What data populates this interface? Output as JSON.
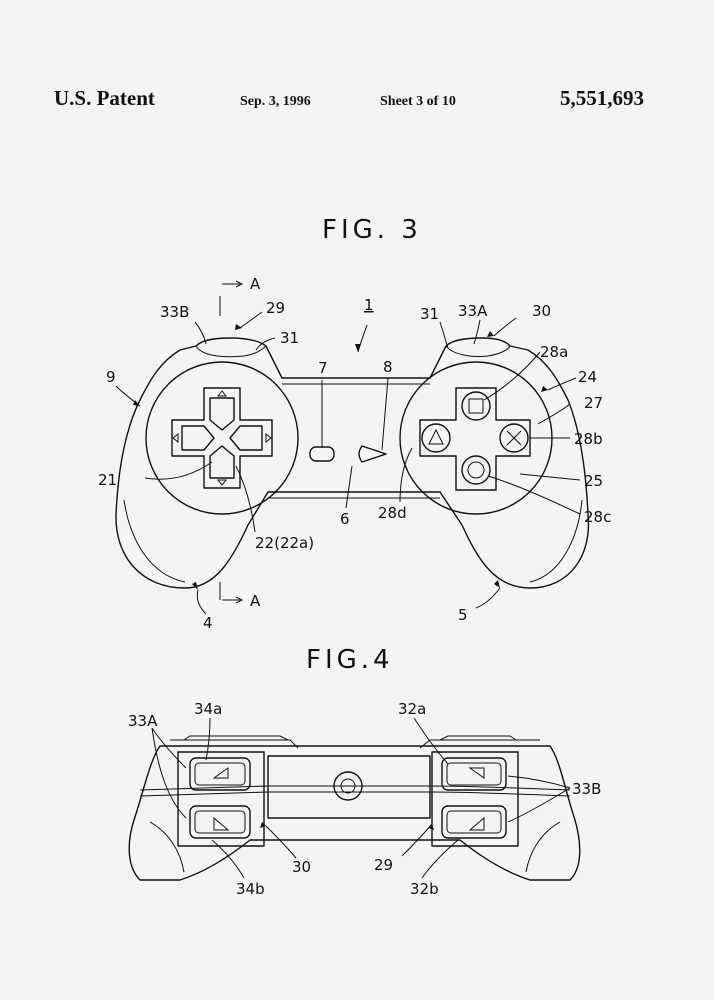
{
  "header": {
    "patent": "U.S. Patent",
    "date": "Sep. 3, 1996",
    "sheet": "Sheet 3 of 10",
    "number": "5,551,693"
  },
  "fig3": {
    "title": "FIG. 3",
    "labels": {
      "l33B": "33B",
      "l29": "29",
      "l31_left": "31",
      "l1": "1",
      "lA_top": "A",
      "l31_right": "31",
      "l33A": "33A",
      "l30": "30",
      "l9": "9",
      "l7": "7",
      "l8": "8",
      "l28a": "28a",
      "l24": "24",
      "l27": "27",
      "l28b": "28b",
      "l21": "21",
      "l25": "25",
      "l28d": "28d",
      "l28c": "28c",
      "l6": "6",
      "l22": "22(22a)",
      "lA_bottom": "A",
      "l4": "4",
      "l5": "5"
    }
  },
  "fig4": {
    "title": "FIG.4",
    "labels": {
      "l33A": "33A",
      "l34a": "34a",
      "l32a": "32a",
      "l33B": "33B",
      "l30": "30",
      "l29": "29",
      "l34b": "34b",
      "l32b": "32b"
    }
  }
}
